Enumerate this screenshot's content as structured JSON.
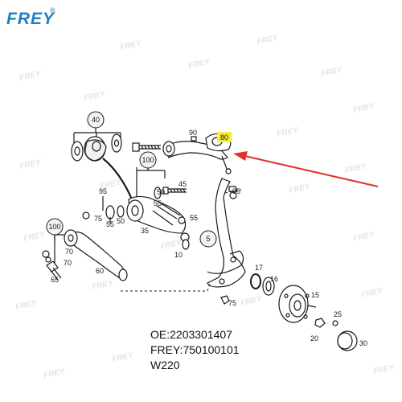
{
  "brand": {
    "logo_text": "FREY",
    "registered_mark": "®",
    "watermark_text": "FREY"
  },
  "callouts": {
    "c40": "40",
    "c100a": "100",
    "c100b": "100",
    "c5": "5",
    "c90": "90",
    "c80": "80",
    "c95a": "95",
    "c95b": "95",
    "c45": "45",
    "c50a": "50",
    "c50b": "50",
    "c55a": "55",
    "c55b": "55",
    "c55c": "55",
    "c35": "35",
    "c10": "10",
    "c75a": "75",
    "c75b": "75",
    "c70a": "70",
    "c70b": "70",
    "c60": "60",
    "c65": "65",
    "c17": "17",
    "c16": "16",
    "c15": "15",
    "c25": "25",
    "c20": "20",
    "c30": "30"
  },
  "info": {
    "oe": "OE:2203301407",
    "frey": "FREY:750100101",
    "model": "W220"
  },
  "colors": {
    "arrow": "#e0332b",
    "highlight": "#f4ec3a",
    "logo": "#1f7fc4",
    "ink": "#1a1a1a"
  }
}
